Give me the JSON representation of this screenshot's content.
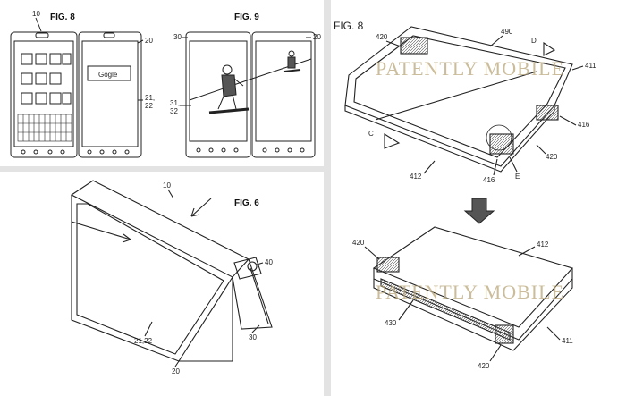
{
  "fig8_left": {
    "title": "FIG. 8",
    "ref_10": "10",
    "ref_20": "20",
    "ref_21_22": "21,\n22",
    "search_box": "Gogle"
  },
  "fig9": {
    "title": "FIG. 9",
    "ref_30": "30",
    "ref_20": "20",
    "ref_31_32": "31,\n32"
  },
  "fig6": {
    "title": "FIG. 6",
    "ref_10": "10",
    "ref_40": "40",
    "ref_30": "30",
    "ref_21_22": "21,22",
    "ref_20": "20"
  },
  "fig8_right": {
    "title": "FIG. 8",
    "top": {
      "ref_420a": "420",
      "ref_490": "490",
      "ref_D": "D",
      "ref_411": "411",
      "ref_416a": "416",
      "ref_C": "C",
      "ref_412": "412",
      "ref_416b": "416",
      "ref_E": "E",
      "ref_420b": "420"
    },
    "bottom": {
      "ref_420a": "420",
      "ref_412": "412",
      "ref_430": "430",
      "ref_411": "411",
      "ref_420b": "420"
    }
  },
  "watermark": "PATENTLY MOBILE",
  "colors": {
    "line": "#222222",
    "watermark": "#b9a77a",
    "panel_gap": "#e3e3e3"
  }
}
